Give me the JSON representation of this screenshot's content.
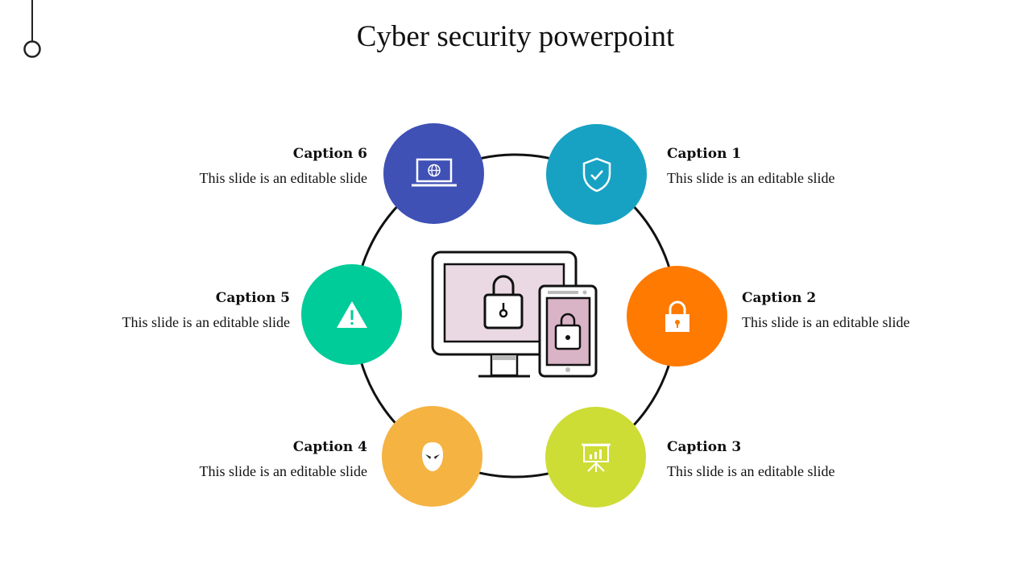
{
  "title": "Cyber security powerpoint",
  "captions": [
    {
      "heading": "Caption 1",
      "body": "This slide is an editable slide",
      "color": "#17A2C4",
      "icon": "shield-check-icon"
    },
    {
      "heading": "Caption 2",
      "body": "This slide is an editable slide",
      "color": "#FF7A00",
      "icon": "padlock-icon"
    },
    {
      "heading": "Caption 3",
      "body": "This slide is an editable slide",
      "color": "#CEDC36",
      "icon": "presentation-chart-icon"
    },
    {
      "heading": "Caption 4",
      "body": "This slide is an editable slide",
      "color": "#F5B342",
      "icon": "hacker-mask-icon"
    },
    {
      "heading": "Caption 5",
      "body": "This slide is an editable slide",
      "color": "#00CC99",
      "icon": "warning-icon"
    },
    {
      "heading": "Caption 6",
      "body": "This slide is an editable slide",
      "color": "#3F51B5",
      "icon": "laptop-globe-icon"
    }
  ]
}
